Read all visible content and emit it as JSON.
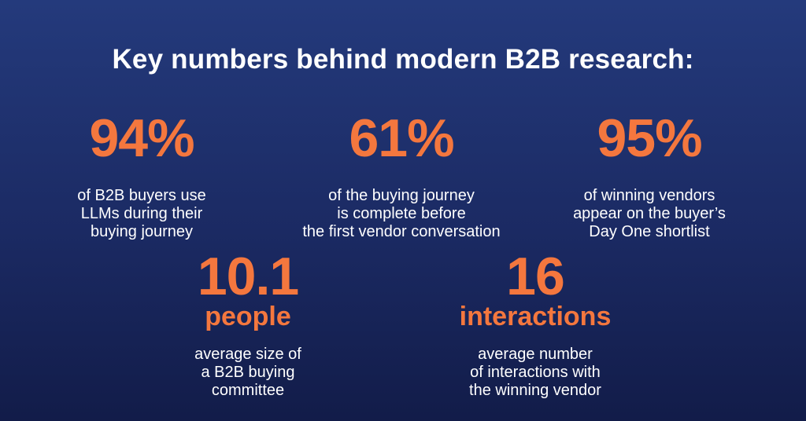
{
  "title": "Key numbers behind modern B2B research:",
  "stats": [
    {
      "value": "94%",
      "unit": "",
      "lines": [
        "of B2B buyers use",
        "LLMs during their",
        "buying journey"
      ]
    },
    {
      "value": "61%",
      "unit": "",
      "lines": [
        "of the buying journey",
        "is complete before",
        "the first vendor conversation"
      ]
    },
    {
      "value": "95%",
      "unit": "",
      "lines": [
        "of winning vendors",
        "appear on the buyer’s",
        "Day One shortlist"
      ]
    },
    {
      "value": "10.1",
      "unit": "people",
      "lines": [
        "average size of",
        "a B2B buying",
        "committee"
      ]
    },
    {
      "value": "16",
      "unit": "interactions",
      "lines": [
        "average number",
        "of interactions with",
        "the winning vendor"
      ]
    }
  ],
  "colors": {
    "accent": "#f4773e",
    "background_top": "#243a7c",
    "background_bottom": "#121c49",
    "text": "#ffffff"
  }
}
